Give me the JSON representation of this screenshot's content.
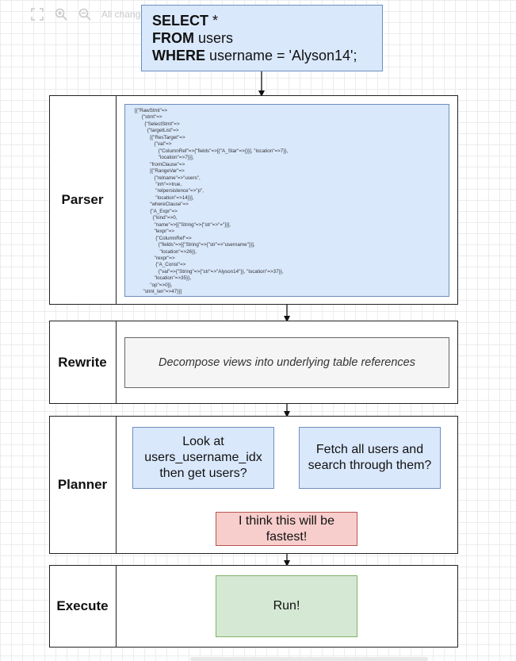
{
  "toolbar": {
    "icons": [
      "fullscreen-icon",
      "zoom-in-icon",
      "zoom-out-icon"
    ],
    "faded_text": "All chang"
  },
  "sql": {
    "line1_kw": "SELECT",
    "line1_rest": " *",
    "line2_kw": "FROM",
    "line2_rest": " users",
    "line3_kw": "WHERE",
    "line3_rest": " username = 'Alyson14';"
  },
  "stages": {
    "parser": "Parser",
    "rewrite": "Rewrite",
    "planner": "Planner",
    "execute": "Execute"
  },
  "parser_ast": [
    "[{\"RawStmt\"=>",
    "     {\"stmt\"=>",
    "       {\"SelectStmt\"=>",
    "         {\"targetList\"=>",
    "           [{\"ResTarget\"=>",
    "              {\"val\"=>",
    "                 {\"ColumnRef\"=>{\"fields\"=>[{\"A_Star\"=>{}}], \"location\"=>7}},",
    "                 \"location\"=>7}}],",
    "           \"fromClause\"=>",
    "           [{\"RangeVar\"=>",
    "              {\"relname\"=>\"users\",",
    "               \"inh\"=>true,",
    "               \"relpersistence\"=>\"p\",",
    "               \"location\"=>14}}],",
    "           \"whereClause\"=>",
    "           {\"A_Expr\"=>",
    "             {\"kind\"=>0,",
    "              \"name\"=>[{\"String\"=>{\"str\"=>\"=\"}}],",
    "              \"lexpr\"=>",
    "               {\"ColumnRef\"=>",
    "                 {\"fields\"=>[{\"String\"=>{\"str\"=>\"username\"}}],",
    "                  \"location\"=>26}},",
    "              \"rexpr\"=>",
    "               {\"A_Const\"=>",
    "                 {\"val\"=>{\"String\"=>{\"str\"=>\"Alyson14\"}}, \"location\"=>37}},",
    "              \"location\"=>35}},",
    "           \"op\"=>0}},",
    "      \"stmt_len\"=>47}}]"
  ],
  "rewrite_text": "Decompose views into underlying table references",
  "planner": {
    "option1": "Look at\nusers_username_idx\nthen get users?",
    "option2": "Fetch all users and\nsearch through them?",
    "choice": "I think this will be\nfastest!"
  },
  "execute_text": "Run!",
  "colors": {
    "blue_fill": "#dae8fc",
    "blue_stroke": "#6c8ebf",
    "red_fill": "#f8cecc",
    "red_stroke": "#b85450",
    "green_fill": "#d5e8d4",
    "green_stroke": "#82b366",
    "gray_fill": "#f5f5f5"
  }
}
